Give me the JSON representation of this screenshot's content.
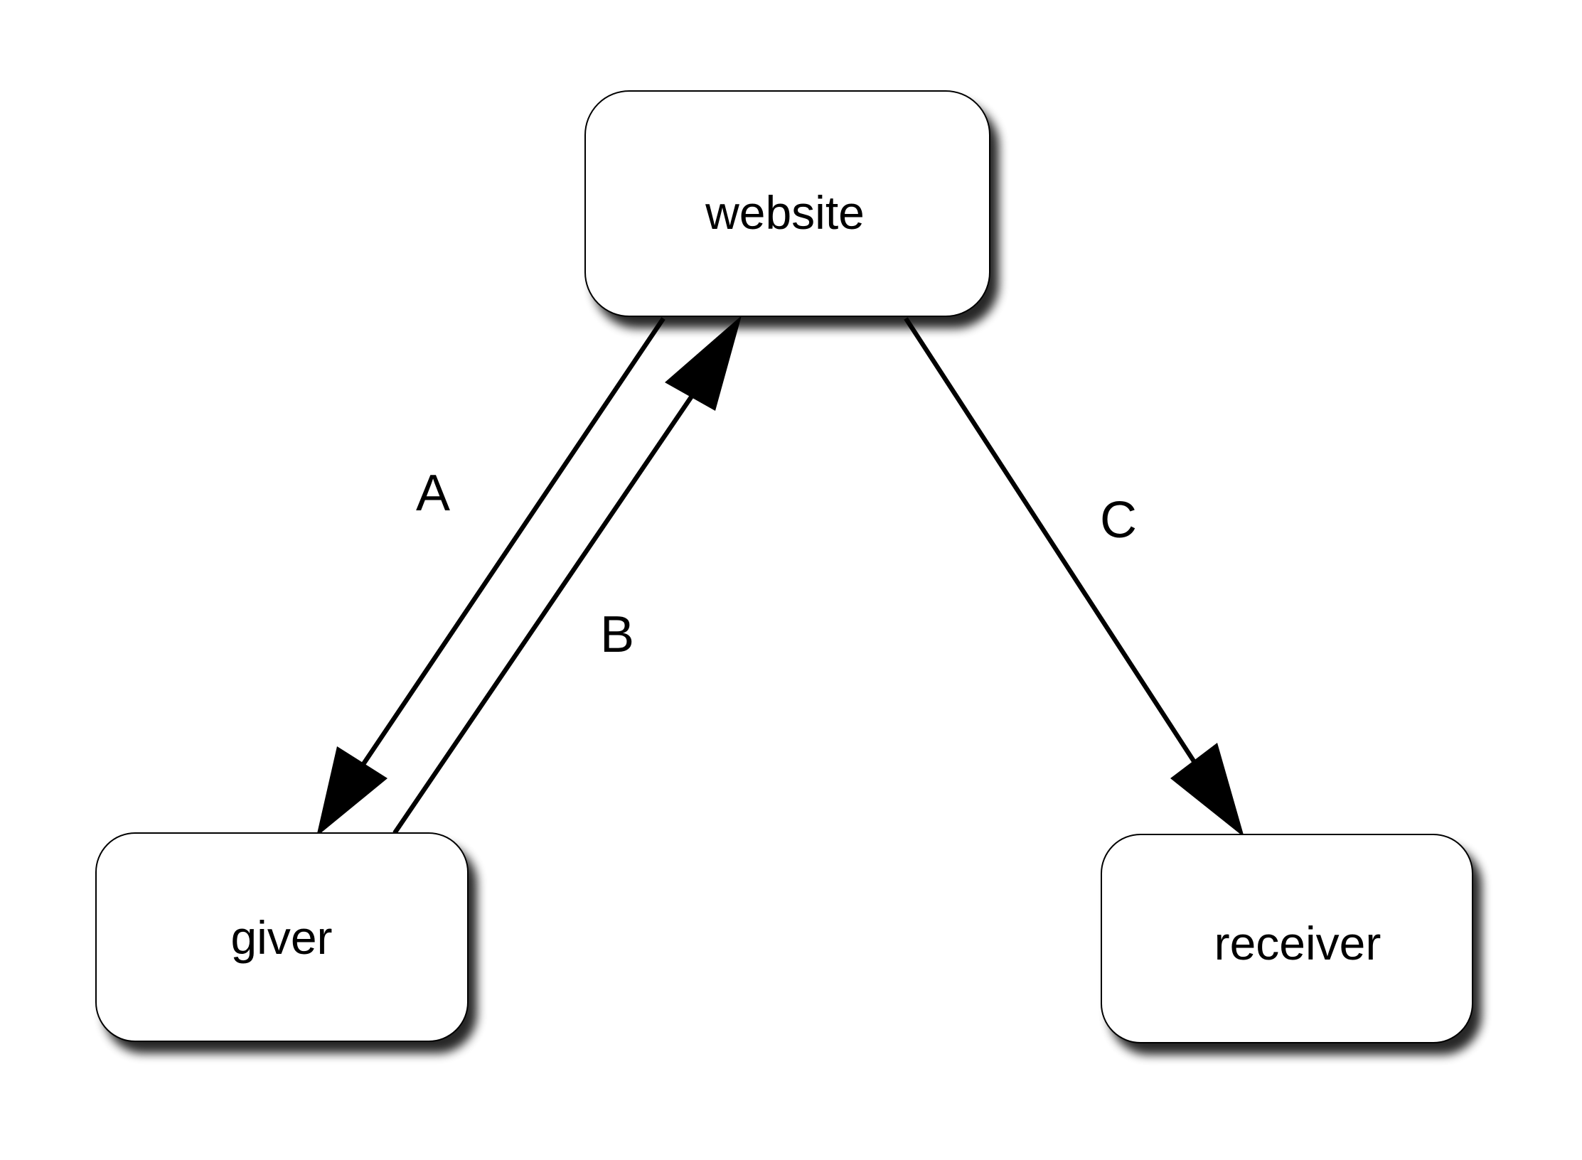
{
  "nodes": {
    "website": {
      "label": "website"
    },
    "giver": {
      "label": "giver"
    },
    "receiver": {
      "label": "receiver"
    }
  },
  "edges": {
    "a": {
      "label": "A",
      "from": "website",
      "to": "giver"
    },
    "b": {
      "label": "B",
      "from": "giver",
      "to": "website"
    },
    "c": {
      "label": "C",
      "from": "website",
      "to": "receiver"
    }
  },
  "colors": {
    "stroke": "#000000",
    "box_fill": "#ffffff",
    "shadow": "#000000",
    "background": "#ffffff"
  }
}
